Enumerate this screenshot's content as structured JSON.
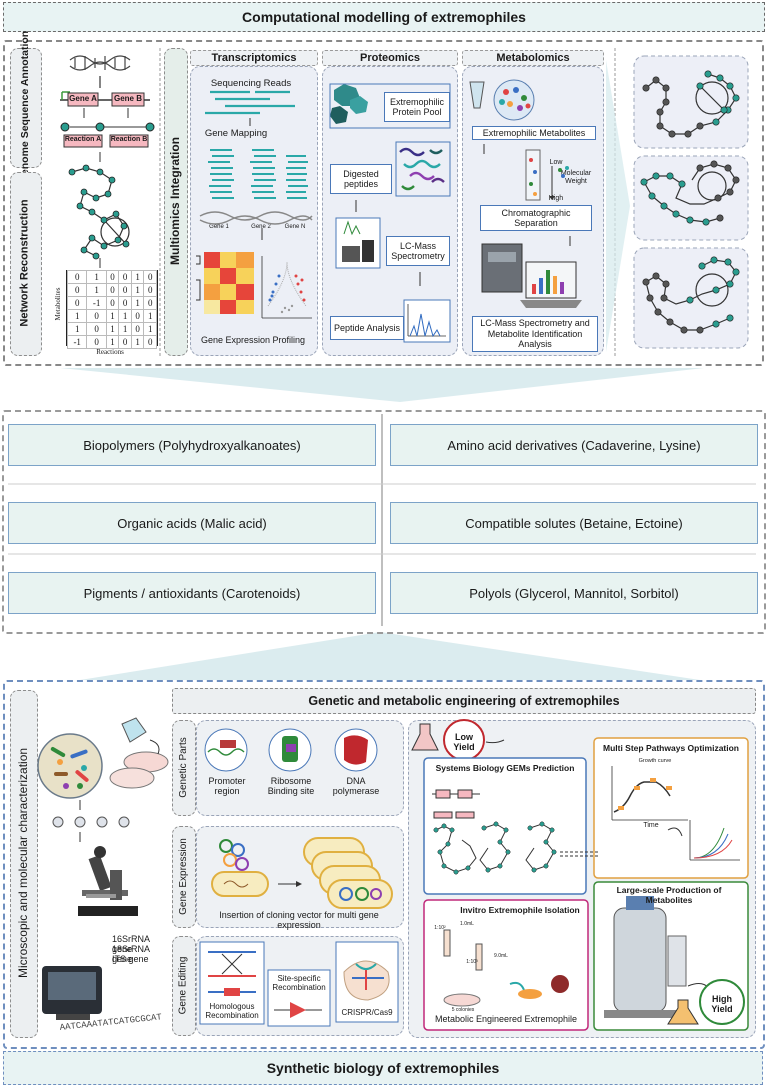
{
  "top_title": "Computational modelling of extremophiles",
  "bottom_title": "Synthetic biology of extremophiles",
  "left_column": {
    "genome_label": "Genome Sequence Annotation",
    "network_label": "Network Reconstruction",
    "gene_a": "Gene A",
    "gene_b": "Gene B",
    "reaction_a": "Reaction A",
    "reaction_b": "Reaction B",
    "matrix_ylabel": "Metabolites",
    "matrix_xlabel": "Reactions",
    "matrix": [
      [
        "0",
        "1",
        "0",
        "0",
        "1",
        "0"
      ],
      [
        "0",
        "1",
        "0",
        "0",
        "1",
        "0"
      ],
      [
        "0",
        "-1",
        "0",
        "0",
        "1",
        "0"
      ],
      [
        "1",
        "0",
        "1",
        "1",
        "0",
        "1"
      ],
      [
        "1",
        "0",
        "1",
        "1",
        "0",
        "1"
      ],
      [
        "-1",
        "0",
        "1",
        "0",
        "1",
        "0"
      ]
    ]
  },
  "multiomics": {
    "label": "Multiomics Integration",
    "transcriptomics": {
      "title": "Transcriptomics",
      "sequencing_reads": "Sequencing Reads",
      "gene_mapping": "Gene Mapping",
      "gene1": "Gene 1",
      "gene2": "Gene 2",
      "genen": "Gene N",
      "profiling": "Gene Expression Profiling"
    },
    "proteomics": {
      "title": "Proteomics",
      "pool": "Extremophilic Protein Pool",
      "digested": "Digested peptides",
      "lcms": "LC-Mass Spectrometry",
      "peptide": "Peptide Analysis"
    },
    "metabolomics": {
      "title": "Metabolomics",
      "metabolites": "Extremophilic Metabolites",
      "low": "Low",
      "mw": "Molecular Weight",
      "high": "High",
      "chromatographic": "Chromatographic Separation",
      "lcms": "LC-Mass Spectrometry and Metabolite Identification Analysis"
    }
  },
  "products": [
    "Biopolymers (Polyhydroxyalkanoates)",
    "Amino acid derivatives (Cadaverine, Lysine)",
    "Organic acids (Malic acid)",
    "Compatible solutes (Betaine, Ectoine)",
    "Pigments / antioxidants (Carotenoids)",
    "Polyols (Glycerol, Mannitol, Sorbitol)"
  ],
  "synbio": {
    "micro_label": "Microscopic and molecular characterization",
    "engineering_title": "Genetic and metabolic engineering of extremophiles",
    "genes": [
      "16SrRNA gene",
      "18SrRNA gene",
      "ITS gene"
    ],
    "genetic_parts_label": "Genetic Parts",
    "parts": [
      "Promoter region",
      "Ribosome Binding site",
      "DNA polymerase"
    ],
    "gene_expression_label": "Gene Expression",
    "insertion": "Insertion of cloning vector for multi gene expression",
    "gene_editing_label": "Gene Editing",
    "homologous": "Homologous Recombination",
    "site_specific": "Site-specific Recombination",
    "crispr": "CRISPR/Cas9",
    "low_yield": "Low Yield",
    "gems": "Systems Biology GEMs Prediction",
    "multistep": "Multi Step Pathways Optimization",
    "growth_curve": "Growth curve",
    "time": "Time",
    "invitro": "Invitro Extremophile Isolation",
    "metabolic_engineered": "Metabolic Engineered Extremophile",
    "large_scale": "Large-scale Production of Metabolites",
    "high_yield": "High Yield",
    "dilutions": [
      "1.0mL",
      "9.0mL",
      "1:10²",
      "1:10³",
      "5 colonies"
    ]
  },
  "colors": {
    "accent_teal": "#2a9d8f",
    "box_blue": "#4a78b8",
    "banner_bg": "#e8f3f3"
  }
}
